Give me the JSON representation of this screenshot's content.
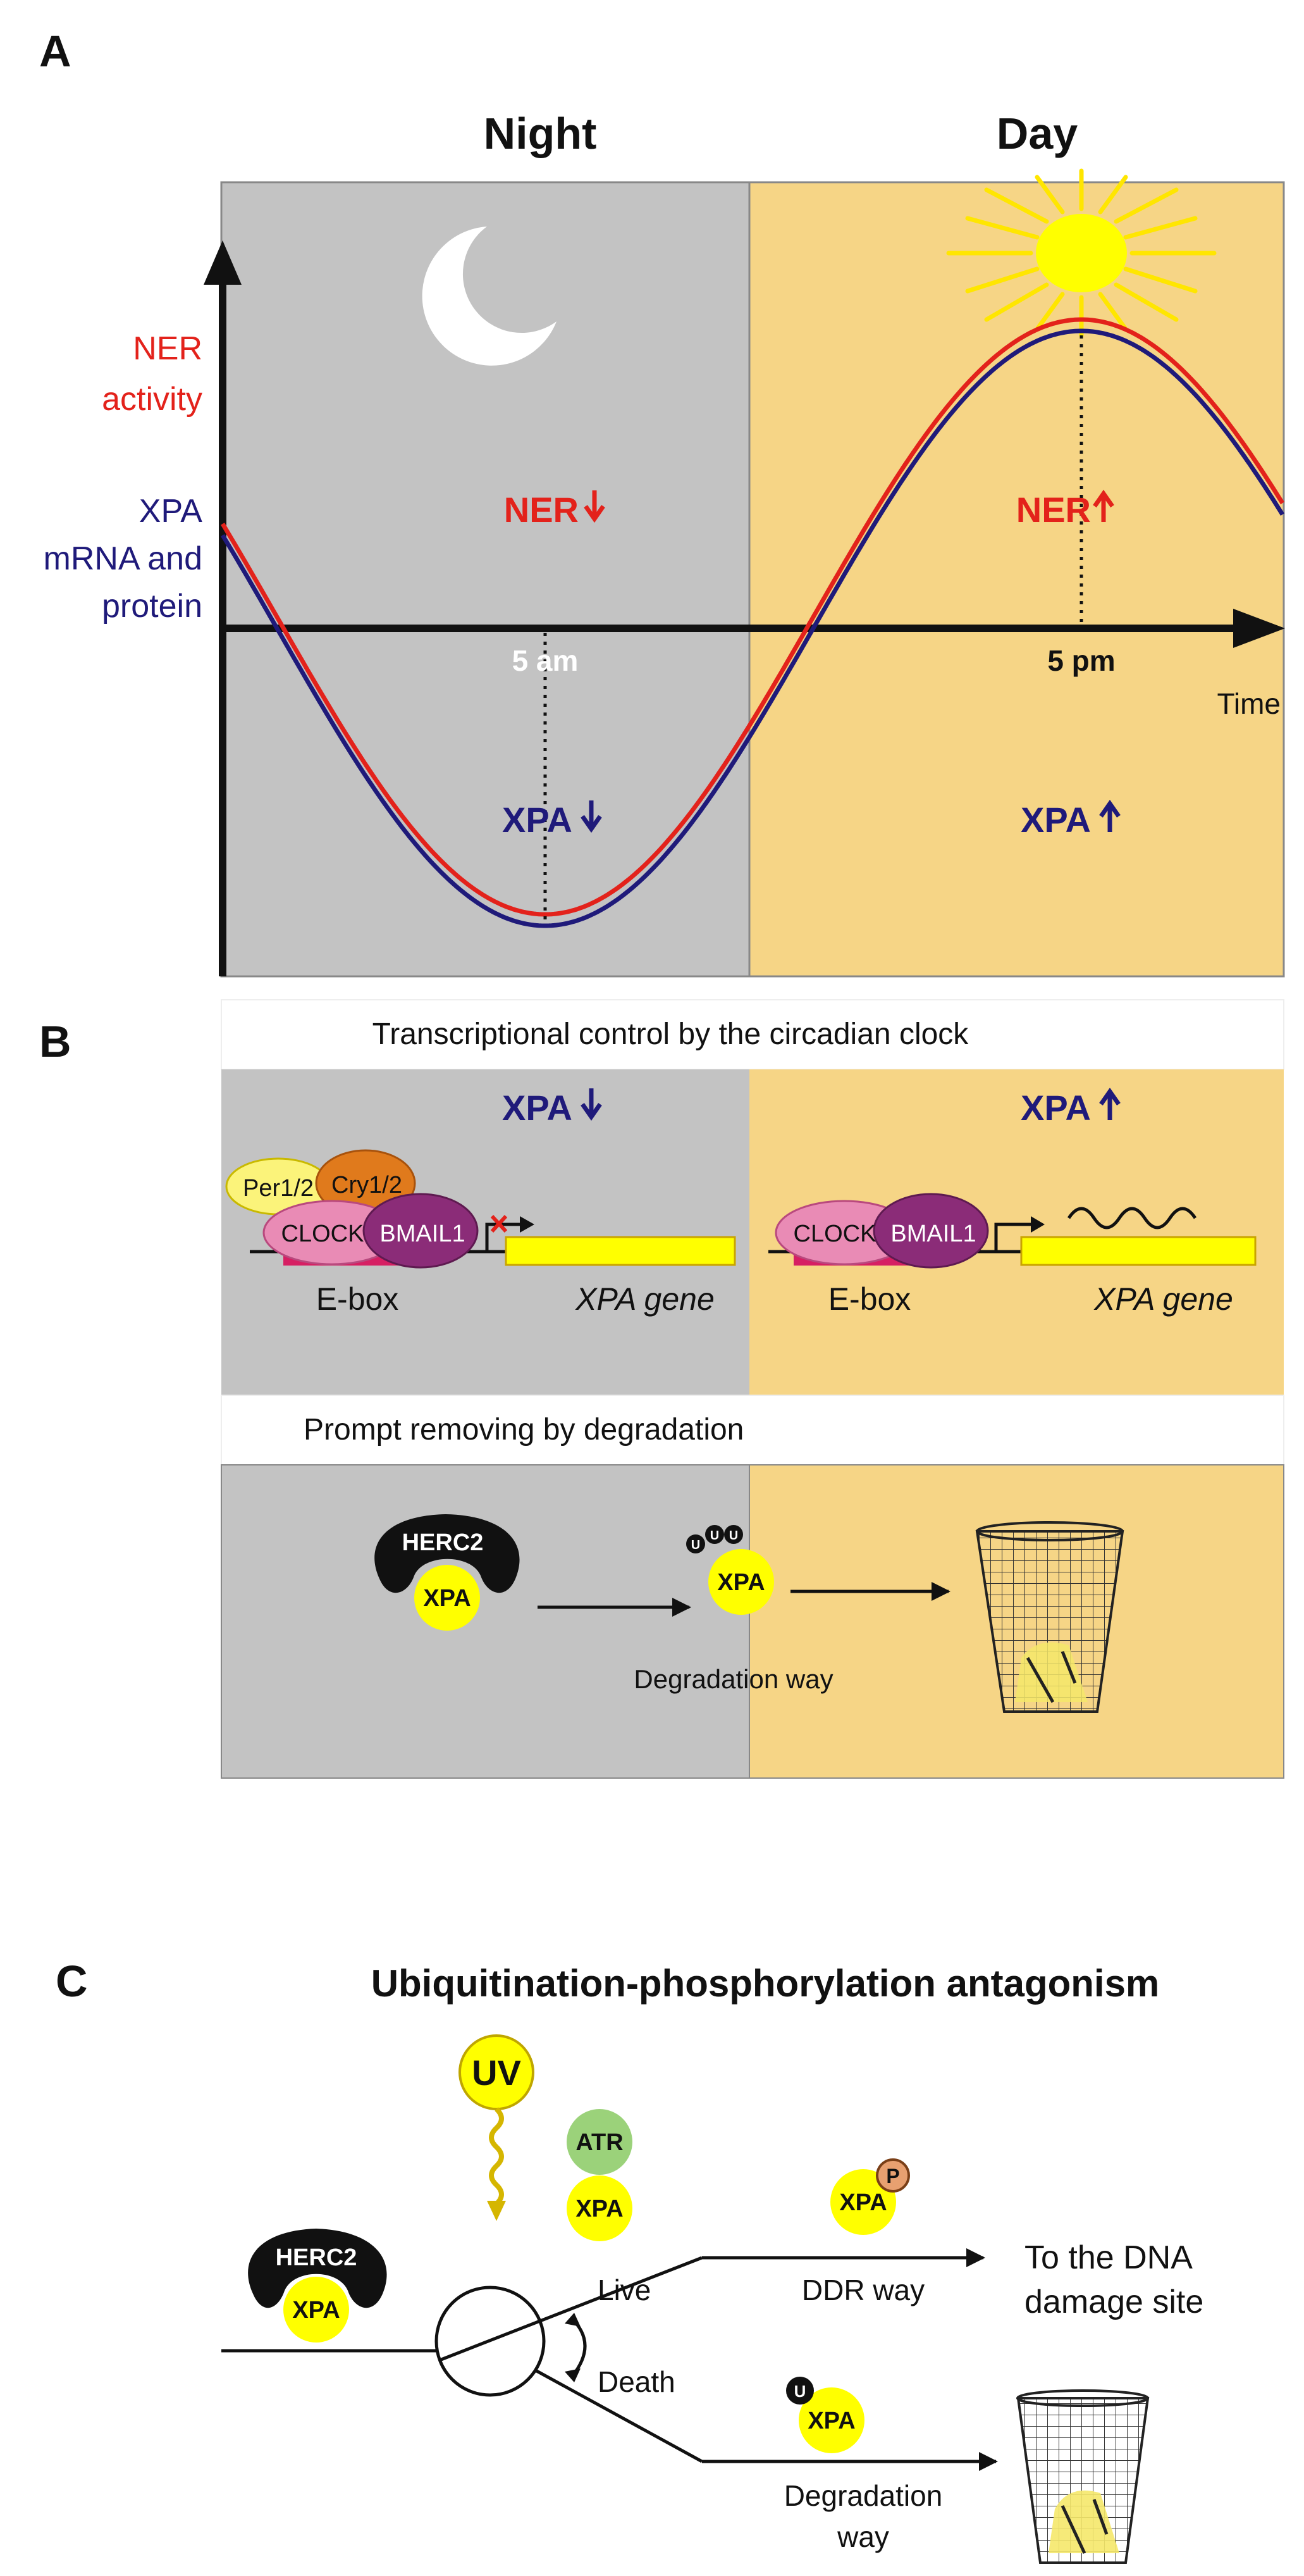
{
  "colors": {
    "night_bg": "#c3c3c3",
    "day_bg": "#f6d586",
    "ner_red": "#e3221b",
    "xpa_navy": "#1f1a7a",
    "yellow": "#ffff00",
    "clock_pink": "#e98bb5",
    "bmail_purple": "#8b2c78",
    "cry_orange": "#e07a1c",
    "ebox_magenta": "#d61f63",
    "atr_green": "#9bd27a"
  },
  "panel_a": {
    "label": "A",
    "night_label": "Night",
    "day_label": "Day",
    "y_label_ner_1": "NER",
    "y_label_ner_2": "activity",
    "y_label_xpa_1": "XPA",
    "y_label_xpa_2": "mRNA and",
    "y_label_xpa_3": "protein",
    "ner_down": "NER",
    "ner_up": "NER",
    "xpa_down": "XPA",
    "xpa_up": "XPA",
    "time_5am": "5 am",
    "time_5pm": "5 pm",
    "time_axis": "Time",
    "icons": [
      "moon-icon",
      "sun-icon",
      "arrow-down-icon",
      "arrow-up-icon"
    ]
  },
  "panel_b": {
    "label": "B",
    "header_transcription": "Transcriptional control by the circadian clock",
    "xpa_down": "XPA",
    "xpa_up": "XPA",
    "per": "Per1/2",
    "cry": "Cry1/2",
    "clock_left": "CLOCK",
    "bmail_left": "BMAIL1",
    "clock_right": "CLOCK",
    "bmail_right": "BMAIL1",
    "ebox_left": "E-box",
    "ebox_right": "E-box",
    "gene_left": "XPA gene",
    "gene_right": "XPA gene",
    "header_degradation": "Prompt removing by degradation",
    "herc2": "HERC2",
    "xpa_bound": "XPA",
    "ubiq_u1": "U",
    "ubiq_u2": "U",
    "ubiq_u3": "U",
    "xpa_ubiq": "XPA",
    "degradation_way": "Degradation way"
  },
  "panel_c": {
    "label": "C",
    "title": "Ubiquitination-phosphorylation antagonism",
    "uv": "UV",
    "atr": "ATR",
    "xpa_atr": "XPA",
    "herc2": "HERC2",
    "xpa_herc2": "XPA",
    "xpa_p": "XPA",
    "p_badge": "P",
    "ddr_way": "DDR way",
    "dna_site_1": "To the DNA",
    "dna_site_2": "damage site",
    "live": "Live",
    "death": "Death",
    "u_badge": "U",
    "xpa_u": "XPA",
    "degradation_1": "Degradation",
    "degradation_2": "way"
  }
}
